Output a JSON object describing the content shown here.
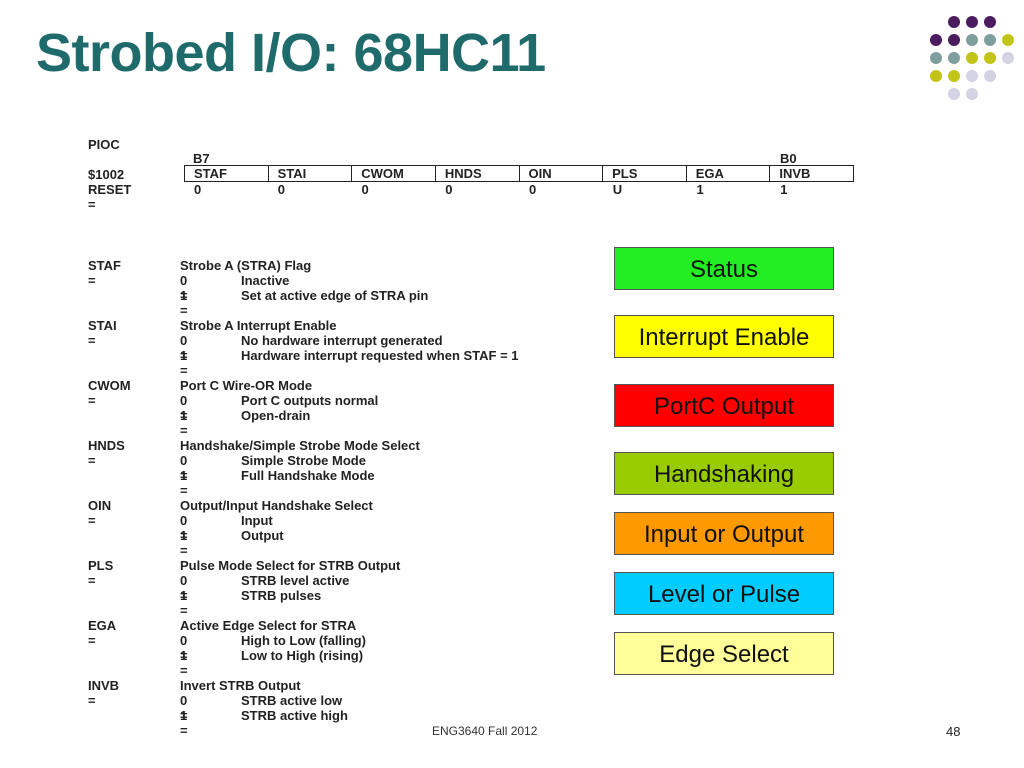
{
  "slide": {
    "title": "Strobed I/O: 68HC11",
    "footer": "ENG3640 Fall 2012",
    "page_number": "48"
  },
  "colors": {
    "title": "#1f6b6b",
    "dot_purple": "#4b1d5f",
    "dot_teal": "#7f9f9f",
    "dot_olive": "#c2c41a",
    "dot_lavender": "#d4d3e4"
  },
  "register": {
    "name": "PIOC",
    "bit_high": "B7",
    "bit_low": "B0",
    "address": "$1002",
    "reset_label": "RESET =",
    "bits": [
      "STAF",
      "STAI",
      "CWOM",
      "HNDS",
      "OIN",
      "PLS",
      "EGA",
      "INVB"
    ],
    "reset_values": [
      "0",
      "0",
      "0",
      "0",
      "0",
      "U",
      "1",
      "1"
    ]
  },
  "definitions": [
    {
      "name": "STAF =",
      "desc": "Strobe A (STRA) Flag",
      "opt0_key": "0 =",
      "opt0": "Inactive",
      "opt1_key": "1 =",
      "opt1": "Set at active edge of STRA pin"
    },
    {
      "name": "STAI =",
      "desc": "Strobe A Interrupt Enable",
      "opt0_key": "0 =",
      "opt0": "No hardware interrupt generated",
      "opt1_key": "1 =",
      "opt1": "Hardware interrupt requested when STAF = 1"
    },
    {
      "name": "CWOM =",
      "desc": "Port C Wire-OR Mode",
      "opt0_key": "0 =",
      "opt0": "Port C outputs normal",
      "opt1_key": "1 =",
      "opt1": "Open-drain"
    },
    {
      "name": "HNDS =",
      "desc": "Handshake/Simple Strobe Mode Select",
      "opt0_key": "0 =",
      "opt0": "Simple Strobe Mode",
      "opt1_key": "1 =",
      "opt1": "Full Handshake Mode"
    },
    {
      "name": "OIN =",
      "desc": "Output/Input Handshake Select",
      "opt0_key": "0 =",
      "opt0": "Input",
      "opt1_key": "1 =",
      "opt1": "Output"
    },
    {
      "name": "PLS =",
      "desc": "Pulse Mode Select for STRB Output",
      "opt0_key": "0 =",
      "opt0": "STRB level active",
      "opt1_key": "1 =",
      "opt1": "STRB pulses"
    },
    {
      "name": "EGA =",
      "desc": "Active Edge Select for STRA",
      "opt0_key": "0 =",
      "opt0": "High to Low (falling)",
      "opt1_key": "1 =",
      "opt1": "Low to High (rising)"
    },
    {
      "name": "INVB =",
      "desc": "Invert STRB Output",
      "opt0_key": "0 =",
      "opt0": "STRB active low",
      "opt1_key": "1 =",
      "opt1": "STRB active high"
    }
  ],
  "labels": [
    {
      "text": "Status",
      "color": "#22ee22"
    },
    {
      "text": "Interrupt Enable",
      "color": "#ffff00"
    },
    {
      "text": "PortC Output",
      "color": "#ff0000"
    },
    {
      "text": "Handshaking",
      "color": "#99cc00"
    },
    {
      "text": "Input or Output",
      "color": "#ff9900"
    },
    {
      "text": "Level or Pulse",
      "color": "#00ccff"
    },
    {
      "text": "Edge Select",
      "color": "#ffff99"
    }
  ]
}
